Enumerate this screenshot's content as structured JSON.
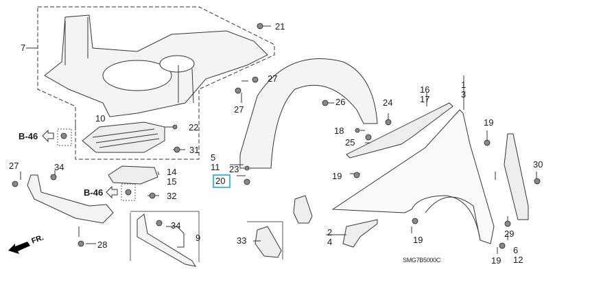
{
  "diagram": {
    "code": "SMG7B5000C",
    "highlight_color": "#4bb8de",
    "highlighted_part": "20",
    "front_indicator": "FR.",
    "references": [
      "B-46",
      "B-46"
    ],
    "callouts": [
      {
        "id": "c7",
        "label": "7"
      },
      {
        "id": "c21",
        "label": "21"
      },
      {
        "id": "c27a",
        "label": "27"
      },
      {
        "id": "c27b",
        "label": "27"
      },
      {
        "id": "c27c",
        "label": "27"
      },
      {
        "id": "c26",
        "label": "26"
      },
      {
        "id": "c24",
        "label": "24"
      },
      {
        "id": "c18",
        "label": "18"
      },
      {
        "id": "c25",
        "label": "25"
      },
      {
        "id": "c16_17",
        "label": "16\n17"
      },
      {
        "id": "c1_3",
        "label": "1\n3"
      },
      {
        "id": "c19a",
        "label": "19"
      },
      {
        "id": "c19b",
        "label": "19"
      },
      {
        "id": "c19c",
        "label": "19"
      },
      {
        "id": "c19d",
        "label": "19"
      },
      {
        "id": "c30",
        "label": "30"
      },
      {
        "id": "c29",
        "label": "29"
      },
      {
        "id": "c6_12",
        "label": "6\n12"
      },
      {
        "id": "c2_4",
        "label": "2\n4"
      },
      {
        "id": "c5_11",
        "label": "5\n11"
      },
      {
        "id": "c23",
        "label": "23"
      },
      {
        "id": "c20",
        "label": "20"
      },
      {
        "id": "c33",
        "label": "33"
      },
      {
        "id": "c10",
        "label": "10"
      },
      {
        "id": "c22",
        "label": "22"
      },
      {
        "id": "c31",
        "label": "31"
      },
      {
        "id": "c14_15",
        "label": "14\n15"
      },
      {
        "id": "c32",
        "label": "32"
      },
      {
        "id": "c34a",
        "label": "34"
      },
      {
        "id": "c34b",
        "label": "34"
      },
      {
        "id": "c9",
        "label": "9"
      },
      {
        "id": "c28",
        "label": "28"
      }
    ]
  }
}
